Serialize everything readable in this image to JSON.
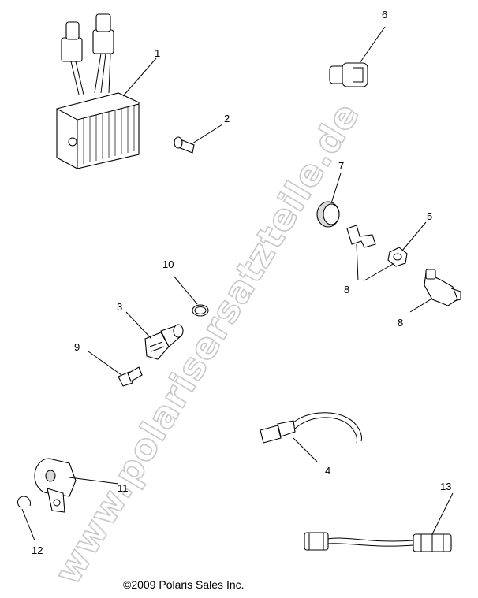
{
  "watermark": "www.polarisersatzteile.de",
  "copyright": "©2009 Polaris Sales Inc.",
  "callouts": [
    "1",
    "2",
    "3",
    "4",
    "5",
    "6",
    "7",
    "8",
    "8",
    "9",
    "10",
    "11",
    "12",
    "13"
  ],
  "parts": {
    "regulator": "voltage-regulator",
    "screw2": "screw",
    "sensor3": "speed-sensor",
    "sensor4": "temperature-sensor",
    "nut5": "nut",
    "bushing6": "bushing",
    "cap7": "cap",
    "terminal8": "terminal",
    "switch8": "switch",
    "bolt9": "bolt",
    "oring10": "o-ring",
    "knock11": "knock-sensor",
    "clip12": "clip",
    "harness13": "harness"
  }
}
